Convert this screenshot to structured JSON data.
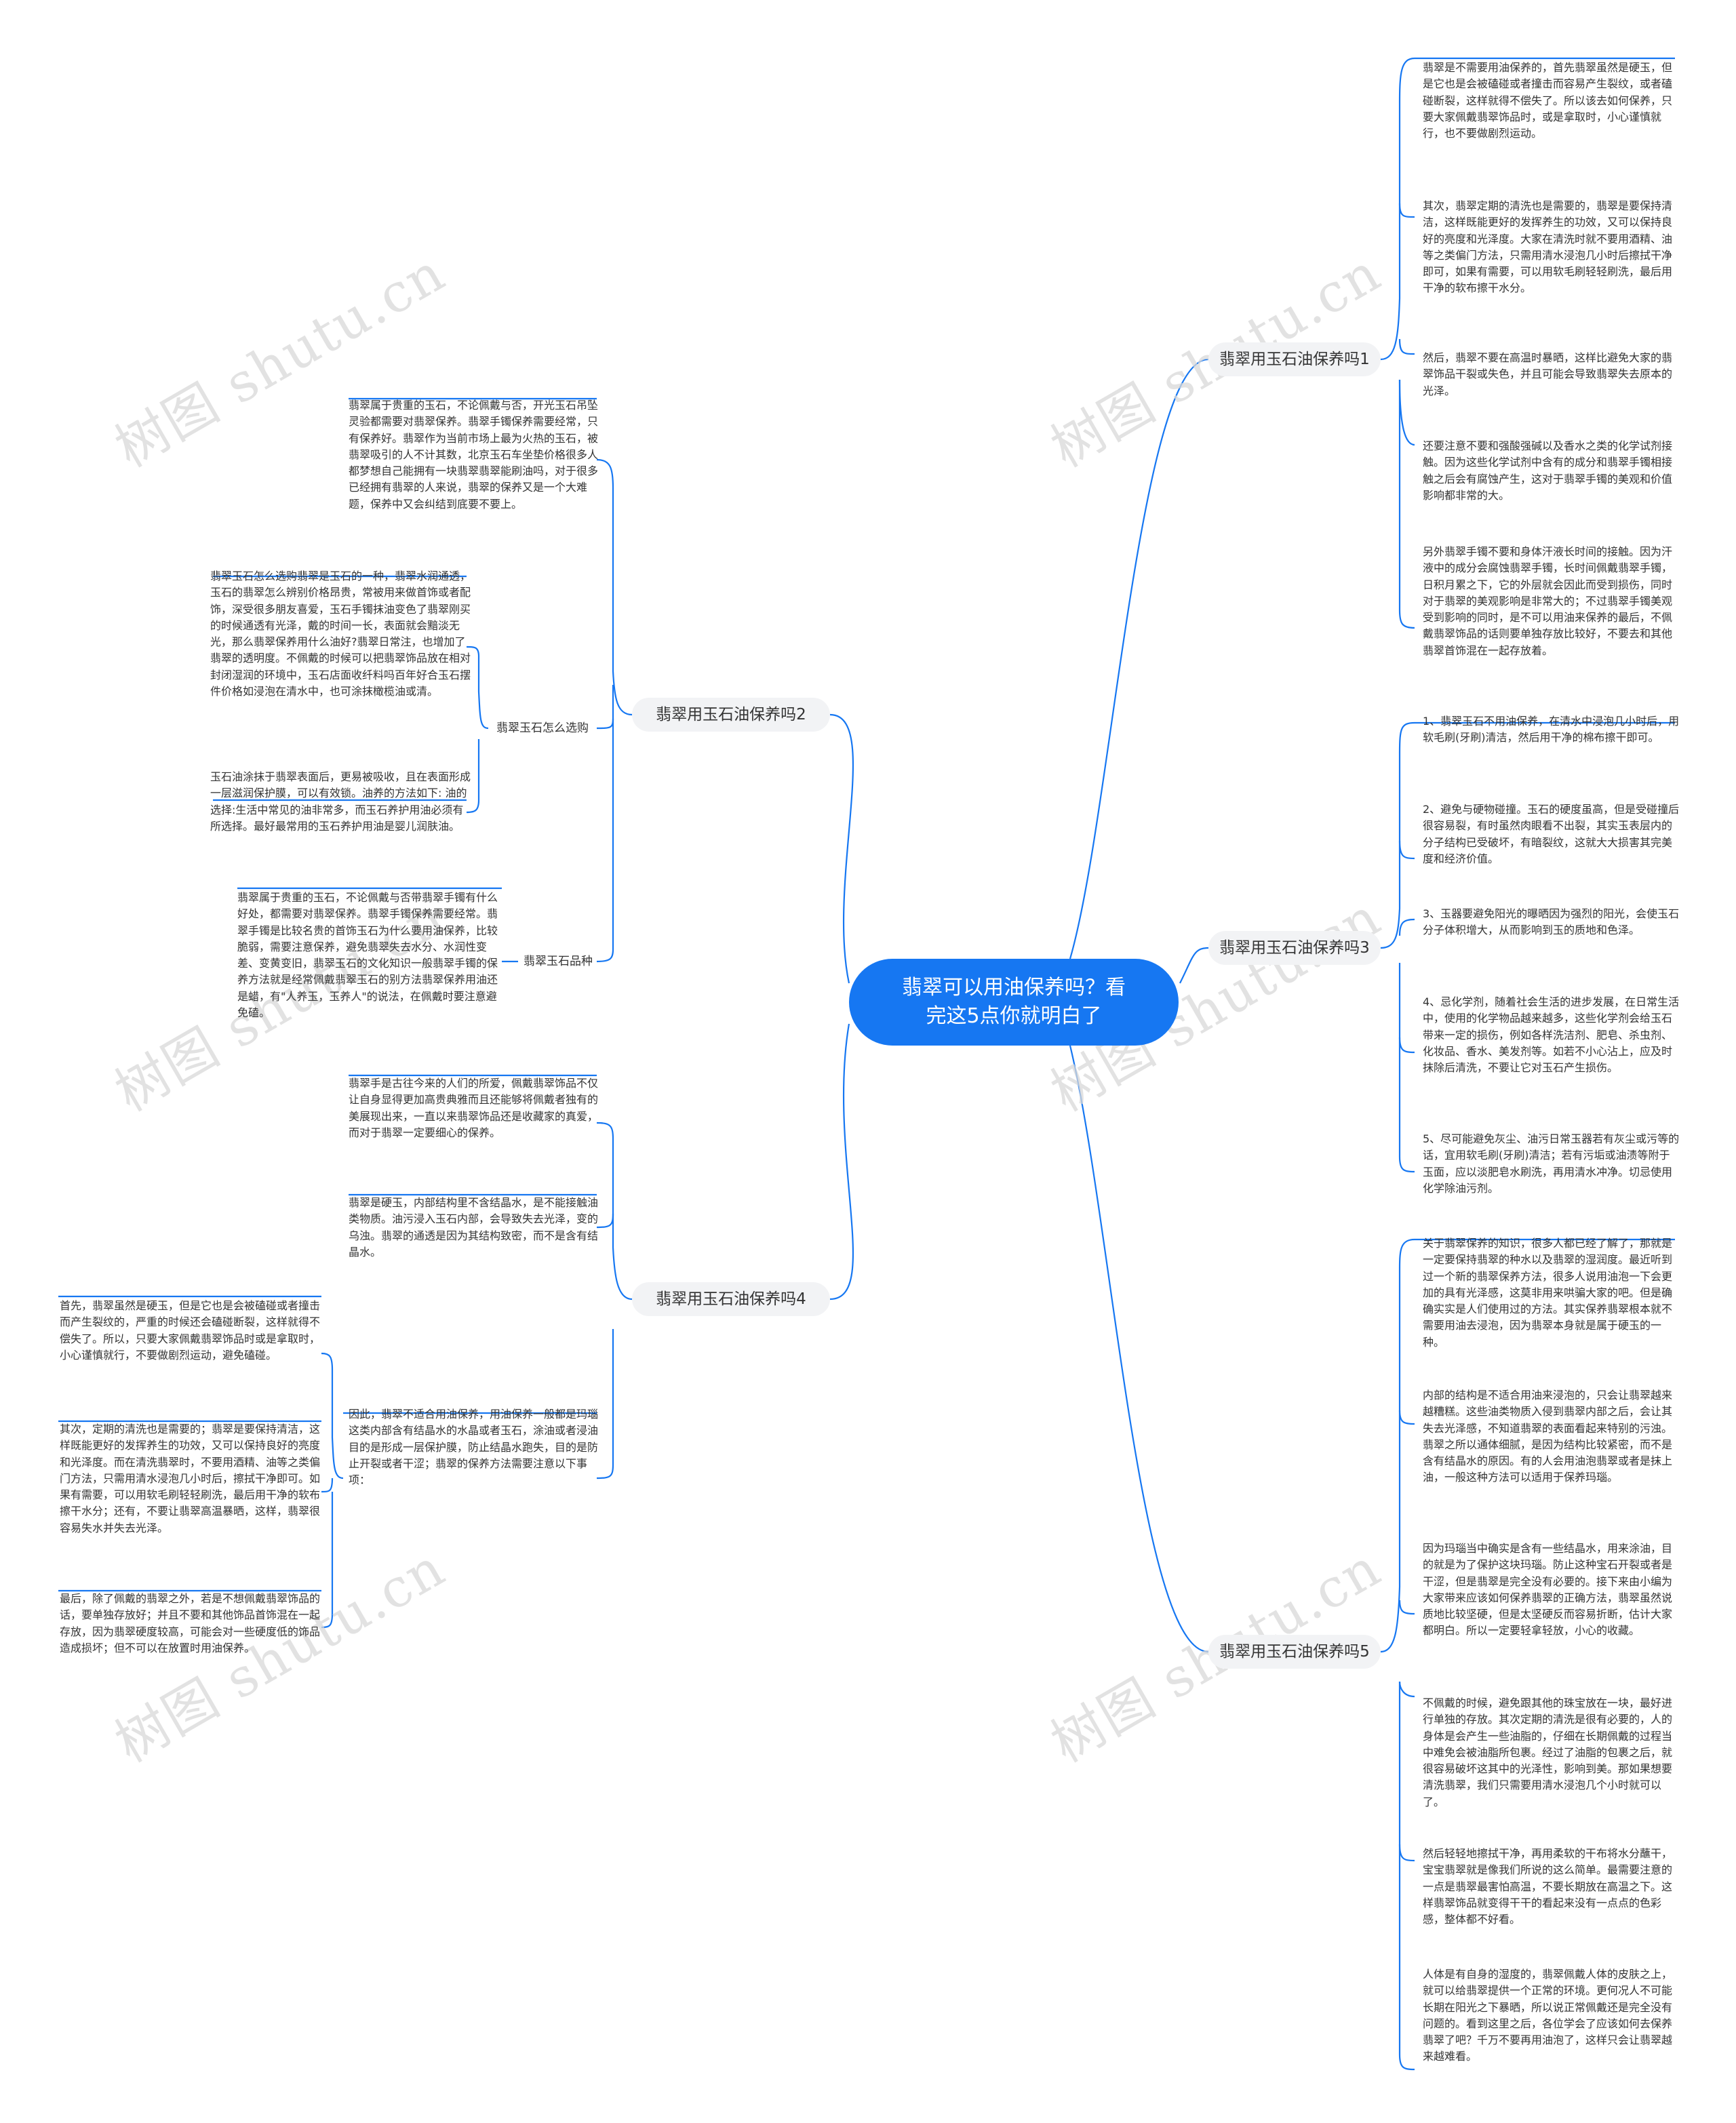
{
  "root": {
    "title_line1": "翡翠可以用油保养吗？看",
    "title_line2": "完这5点你就明白了"
  },
  "watermark": "树图 shutu.cn",
  "colors": {
    "root": "#1677f2",
    "line": "#1677f2",
    "branch_bg": "#f2f3f5"
  },
  "branches": {
    "b1": {
      "label": "翡翠用玉石油保养吗1",
      "leaves": [
        "翡翠是不需要用油保养的，首先翡翠虽然是硬玉，但是它也是会被磕碰或者撞击而容易产生裂纹，或者磕碰断裂，这样就得不偿失了。所以该去如何保养，只要大家佩戴翡翠饰品时，或是拿取时，小心谨慎就行，也不要做剧烈运动。",
        "其次，翡翠定期的清洗也是需要的，翡翠是要保持清洁，这样既能更好的发挥养生的功效，又可以保持良好的亮度和光泽度。大家在清洗时就不要用酒精、油等之类偏门方法，只需用清水浸泡几小时后擦拭干净即可，如果有需要，可以用软毛刷轻轻刷洗，最后用干净的软布擦干水分。",
        "然后，翡翠不要在高温时暴晒，这样比避免大家的翡翠饰品干裂或失色，并且可能会导致翡翠失去原本的光泽。",
        "还要注意不要和强酸强碱以及香水之类的化学试剂接触。因为这些化学试剂中含有的成分和翡翠手镯相接触之后会有腐蚀产生，这对于翡翠手镯的美观和价值影响都非常的大。",
        "另外翡翠手镯不要和身体汗液长时间的接触。因为汗液中的成分会腐蚀翡翠手镯，长时间佩戴翡翠手镯，日积月累之下，它的外层就会因此而受到损伤，同时对于翡翠的美观影响是非常大的；不过翡翠手镯美观受到影响的同时，是不可以用油来保养的最后，不佩戴翡翠饰品的话则要单独存放比较好，不要去和其他翡翠首饰混在一起存放着。"
      ]
    },
    "b2": {
      "label": "翡翠用玉石油保养吗2",
      "top_leaf": "翡翠属于贵重的玉石，不论佩戴与否，开光玉石吊坠灵验都需要对翡翠保养。翡翠手镯保养需要经常，只有保养好。翡翠作为当前市场上最为火热的玉石，被翡翠吸引的人不计其数，北京玉石车坐垫价格很多人都梦想自己能拥有一块翡翠翡翠能刷油吗，对于很多已经拥有翡翠的人来说，翡翠的保养又是一个大难题，保养中又会纠结到底要不要上。",
      "subs": [
        {
          "label": "翡翠玉石怎么选购",
          "leaves": [
            "翡翠玉石怎么选购翡翠是玉石的一种，翡翠水润通透，玉石的翡翠怎么辨别价格昂贵，常被用来做首饰或者配饰，深受很多朋友喜爱，玉石手镯抹油变色了翡翠刚买的时候通透有光泽，戴的时间一长，表面就会黯淡无光，那么翡翠保养用什么油好?翡翠日常注，也增加了翡翠的透明度。不佩戴的时候可以把翡翠饰品放在相对封闭湿润的环境中，玉石店面收纤料吗百年好合玉石摆件价格如浸泡在清水中，也可涂抹橄榄油或清。",
            "玉石油涂抹于翡翠表面后，更易被吸收，且在表面形成一层滋润保护膜，可以有效锁。油养的方法如下: 油的选择:生活中常见的油非常多，而玉石养护用油必须有所选择。最好最常用的玉石养护用油是婴儿润肤油。"
          ]
        },
        {
          "label": "翡翠玉石品种",
          "leaves": [
            "翡翠属于贵重的玉石，不论佩戴与否带翡翠手镯有什么好处，都需要对翡翠保养。翡翠手镯保养需要经常。翡翠手镯是比较名贵的首饰玉石为什么要用油保养，比较脆弱，需要注意保养，避免翡翠失去水分、水润性变差、变黄变旧，翡翠玉石的文化知识一般翡翠手镯的保养方法就是经常佩戴翡翠玉石的别方法翡翠保养用油还是蜡，有\"人养玉，玉养人\"的说法，在佩戴时要注意避免磕。"
          ]
        }
      ]
    },
    "b3": {
      "label": "翡翠用玉石油保养吗3",
      "leaves": [
        "1、翡翠玉石不用油保养，在清水中浸泡几小时后，用软毛刷(牙刷)清洁，然后用干净的棉布擦干即可。",
        "2、避免与硬物碰撞。玉石的硬度虽高，但是受碰撞后很容易裂，有时虽然肉眼看不出裂，其实玉表层内的分子结构已受破坏，有暗裂纹，这就大大损害其完美度和经济价值。",
        "3、玉器要避免阳光的曝晒因为强烈的阳光，会使玉石分子体积增大，从而影响到玉的质地和色泽。",
        "4、忌化学剂，随着社会生活的进步发展，在日常生活中，使用的化学物品越来越多，这些化学剂会给玉石带来一定的损伤，例如各样洗洁剂、肥皂、杀虫剂、化妆品、香水、美发剂等。如若不小心沾上，应及时抹除后清洗，不要让它对玉石产生损伤。",
        "5、尽可能避免灰尘、油污日常玉器若有灰尘或污等的话，宜用软毛刷(牙刷)清洁；若有污垢或油渍等附于玉面，应以淡肥皂水刷洗，再用清水冲净。切忌使用化学除油污剂。"
      ]
    },
    "b4": {
      "label": "翡翠用玉石油保养吗4",
      "leaves": [
        "翡翠手是古往今来的人们的所爱，佩戴翡翠饰品不仅让自身显得更加高贵典雅而且还能够将佩戴者独有的美展现出来，一直以来翡翠饰品还是收藏家的真爱，而对于翡翠一定要细心的保养。",
        "翡翠是硬玉，内部结构里不含结晶水，是不能接触油类物质。油污浸入玉石内部，会导致失去光泽，变的乌浊。翡翠的通透是因为其结构致密，而不是含有结晶水。"
      ],
      "sub_leaf": "因此，翡翠不适合用油保养，用油保养一般都是玛瑙这类内部含有结晶水的水晶或者玉石，涂油或者浸油目的是形成一层保护膜，防止结晶水跑失，目的是防止开裂或者干涩；翡翠的保养方法需要注意以下事项：",
      "sub_leaves": [
        "首先，翡翠虽然是硬玉，但是它也是会被磕碰或者撞击而产生裂纹的，严重的时候还会磕碰断裂，这样就得不偿失了。所以，只要大家佩戴翡翠饰品时或是拿取时，小心谨慎就行，不要做剧烈运动，避免磕碰。",
        "其次，定期的清洗也是需要的；翡翠是要保持清洁，这样既能更好的发挥养生的功效，又可以保持良好的亮度和光泽度。而在清洗翡翠时，不要用酒精、油等之类偏门方法，只需用清水浸泡几小时后，擦拭干净即可。如果有需要，可以用软毛刷轻轻刷洗，最后用干净的软布擦干水分；还有，不要让翡翠高温暴晒，这样，翡翠很容易失水并失去光泽。",
        "最后，除了佩戴的翡翠之外，若是不想佩戴翡翠饰品的话，要单独存放好；并且不要和其他饰品首饰混在一起存放，因为翡翠硬度较高，可能会对一些硬度低的饰品造成损坏；但不可以在放置时用油保养。"
      ]
    },
    "b5": {
      "label": "翡翠用玉石油保养吗5",
      "leaves": [
        "关于翡翠保养的知识，很多人都已经了解了，那就是一定要保持翡翠的种水以及翡翠的湿润度。最近听到过一个新的翡翠保养方法，很多人说用油泡一下会更加的具有光泽感，这莫非用来哄骗大家的吧。但是确确实实是人们使用过的方法。其实保养翡翠根本就不需要用油去浸泡，因为翡翠本身就是属于硬玉的一种。",
        "内部的结构是不适合用油来浸泡的，只会让翡翠越来越糟糕。这些油类物质入侵到翡翠内部之后，会让其失去光泽感，不知道翡翠的表面看起来特别的污浊。翡翠之所以通体细腻，是因为结构比较紧密，而不是含有结晶水的原因。有的人会用油泡翡翠或者是抹上油，一般这种方法可以适用于保养玛瑙。",
        "因为玛瑙当中确实是含有一些结晶水，用来涂油，目的就是为了保护这块玛瑙。防止这种宝石开裂或者是干涩，但是翡翠是完全没有必要的。接下来由小编为大家带来应该如何保养翡翠的正确方法，翡翠虽然说质地比较坚硬，但是太坚硬反而容易折断，估计大家都明白。所以一定要轻拿轻放，小心的收藏。",
        "不佩戴的时候，避免跟其他的珠宝放在一块，最好进行单独的存放。其次定期的清洗是很有必要的，人的身体是会产生一些油脂的，仔细在长期佩戴的过程当中难免会被油脂所包裹。经过了油脂的包裹之后，就很容易破坏这其中的光泽性，影响到美。那如果想要清洗翡翠，我们只需要用清水浸泡几个小时就可以了。",
        "然后轻轻地擦拭干净，再用柔软的干布将水分蘸干，宝宝翡翠就是像我们所说的这么简单。最需要注意的一点是翡翠最害怕高温，不要长期放在高温之下。这样翡翠饰品就变得干干的看起来没有一点点的色彩感，整体都不好看。",
        "人体是有自身的湿度的，翡翠佩戴人体的皮肤之上，就可以给翡翠提供一个正常的环境。更何况人不可能长期在阳光之下暴晒，所以说正常佩戴还是完全没有问题的。看到这里之后，各位学会了应该如何去保养翡翠了吧？千万不要再用油泡了，这样只会让翡翠越来越难看。"
      ]
    }
  }
}
